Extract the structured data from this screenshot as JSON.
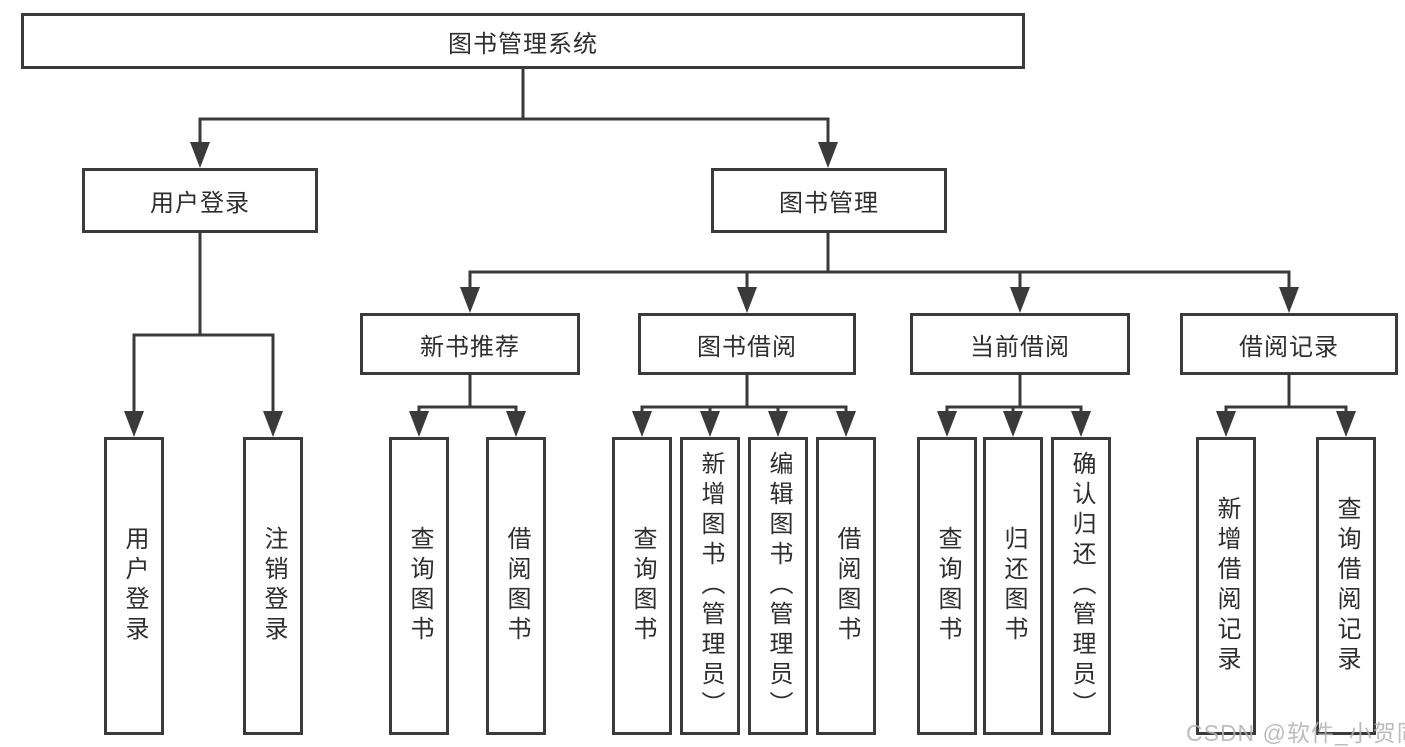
{
  "diagram": {
    "type": "functional-structure-tree",
    "root": {
      "label": "图书管理系统"
    },
    "level2": [
      {
        "label": "用户登录",
        "parent": "图书管理系统"
      },
      {
        "label": "图书管理",
        "parent": "图书管理系统"
      }
    ],
    "level3": [
      {
        "label": "新书推荐",
        "parent": "图书管理"
      },
      {
        "label": "图书借阅",
        "parent": "图书管理"
      },
      {
        "label": "当前借阅",
        "parent": "图书管理"
      },
      {
        "label": "借阅记录",
        "parent": "图书管理"
      }
    ],
    "leaves": [
      {
        "label": "用户登录",
        "parent": "用户登录"
      },
      {
        "label": "注销登录",
        "parent": "用户登录"
      },
      {
        "label": "查询图书",
        "parent": "新书推荐"
      },
      {
        "label": "借阅图书",
        "parent": "新书推荐"
      },
      {
        "label": "查询图书",
        "parent": "图书借阅"
      },
      {
        "label": "新增图书（管理员）",
        "parent": "图书借阅"
      },
      {
        "label": "编辑图书（管理员）",
        "parent": "图书借阅"
      },
      {
        "label": "借阅图书",
        "parent": "图书借阅"
      },
      {
        "label": "查询图书",
        "parent": "当前借阅"
      },
      {
        "label": "归还图书",
        "parent": "当前借阅"
      },
      {
        "label": "确认归还（管理员）",
        "parent": "当前借阅"
      },
      {
        "label": "新增借阅记录",
        "parent": "借阅记录"
      },
      {
        "label": "查询借阅记录",
        "parent": "借阅记录"
      }
    ]
  },
  "watermark": {
    "text": "CSDN @软件_小贺同学"
  },
  "colors": {
    "line": "#3a3a3a",
    "box_border": "#3a3a3a",
    "text": "#2e2e2e",
    "background": "#ffffff",
    "watermark": "#b2b2b2"
  }
}
